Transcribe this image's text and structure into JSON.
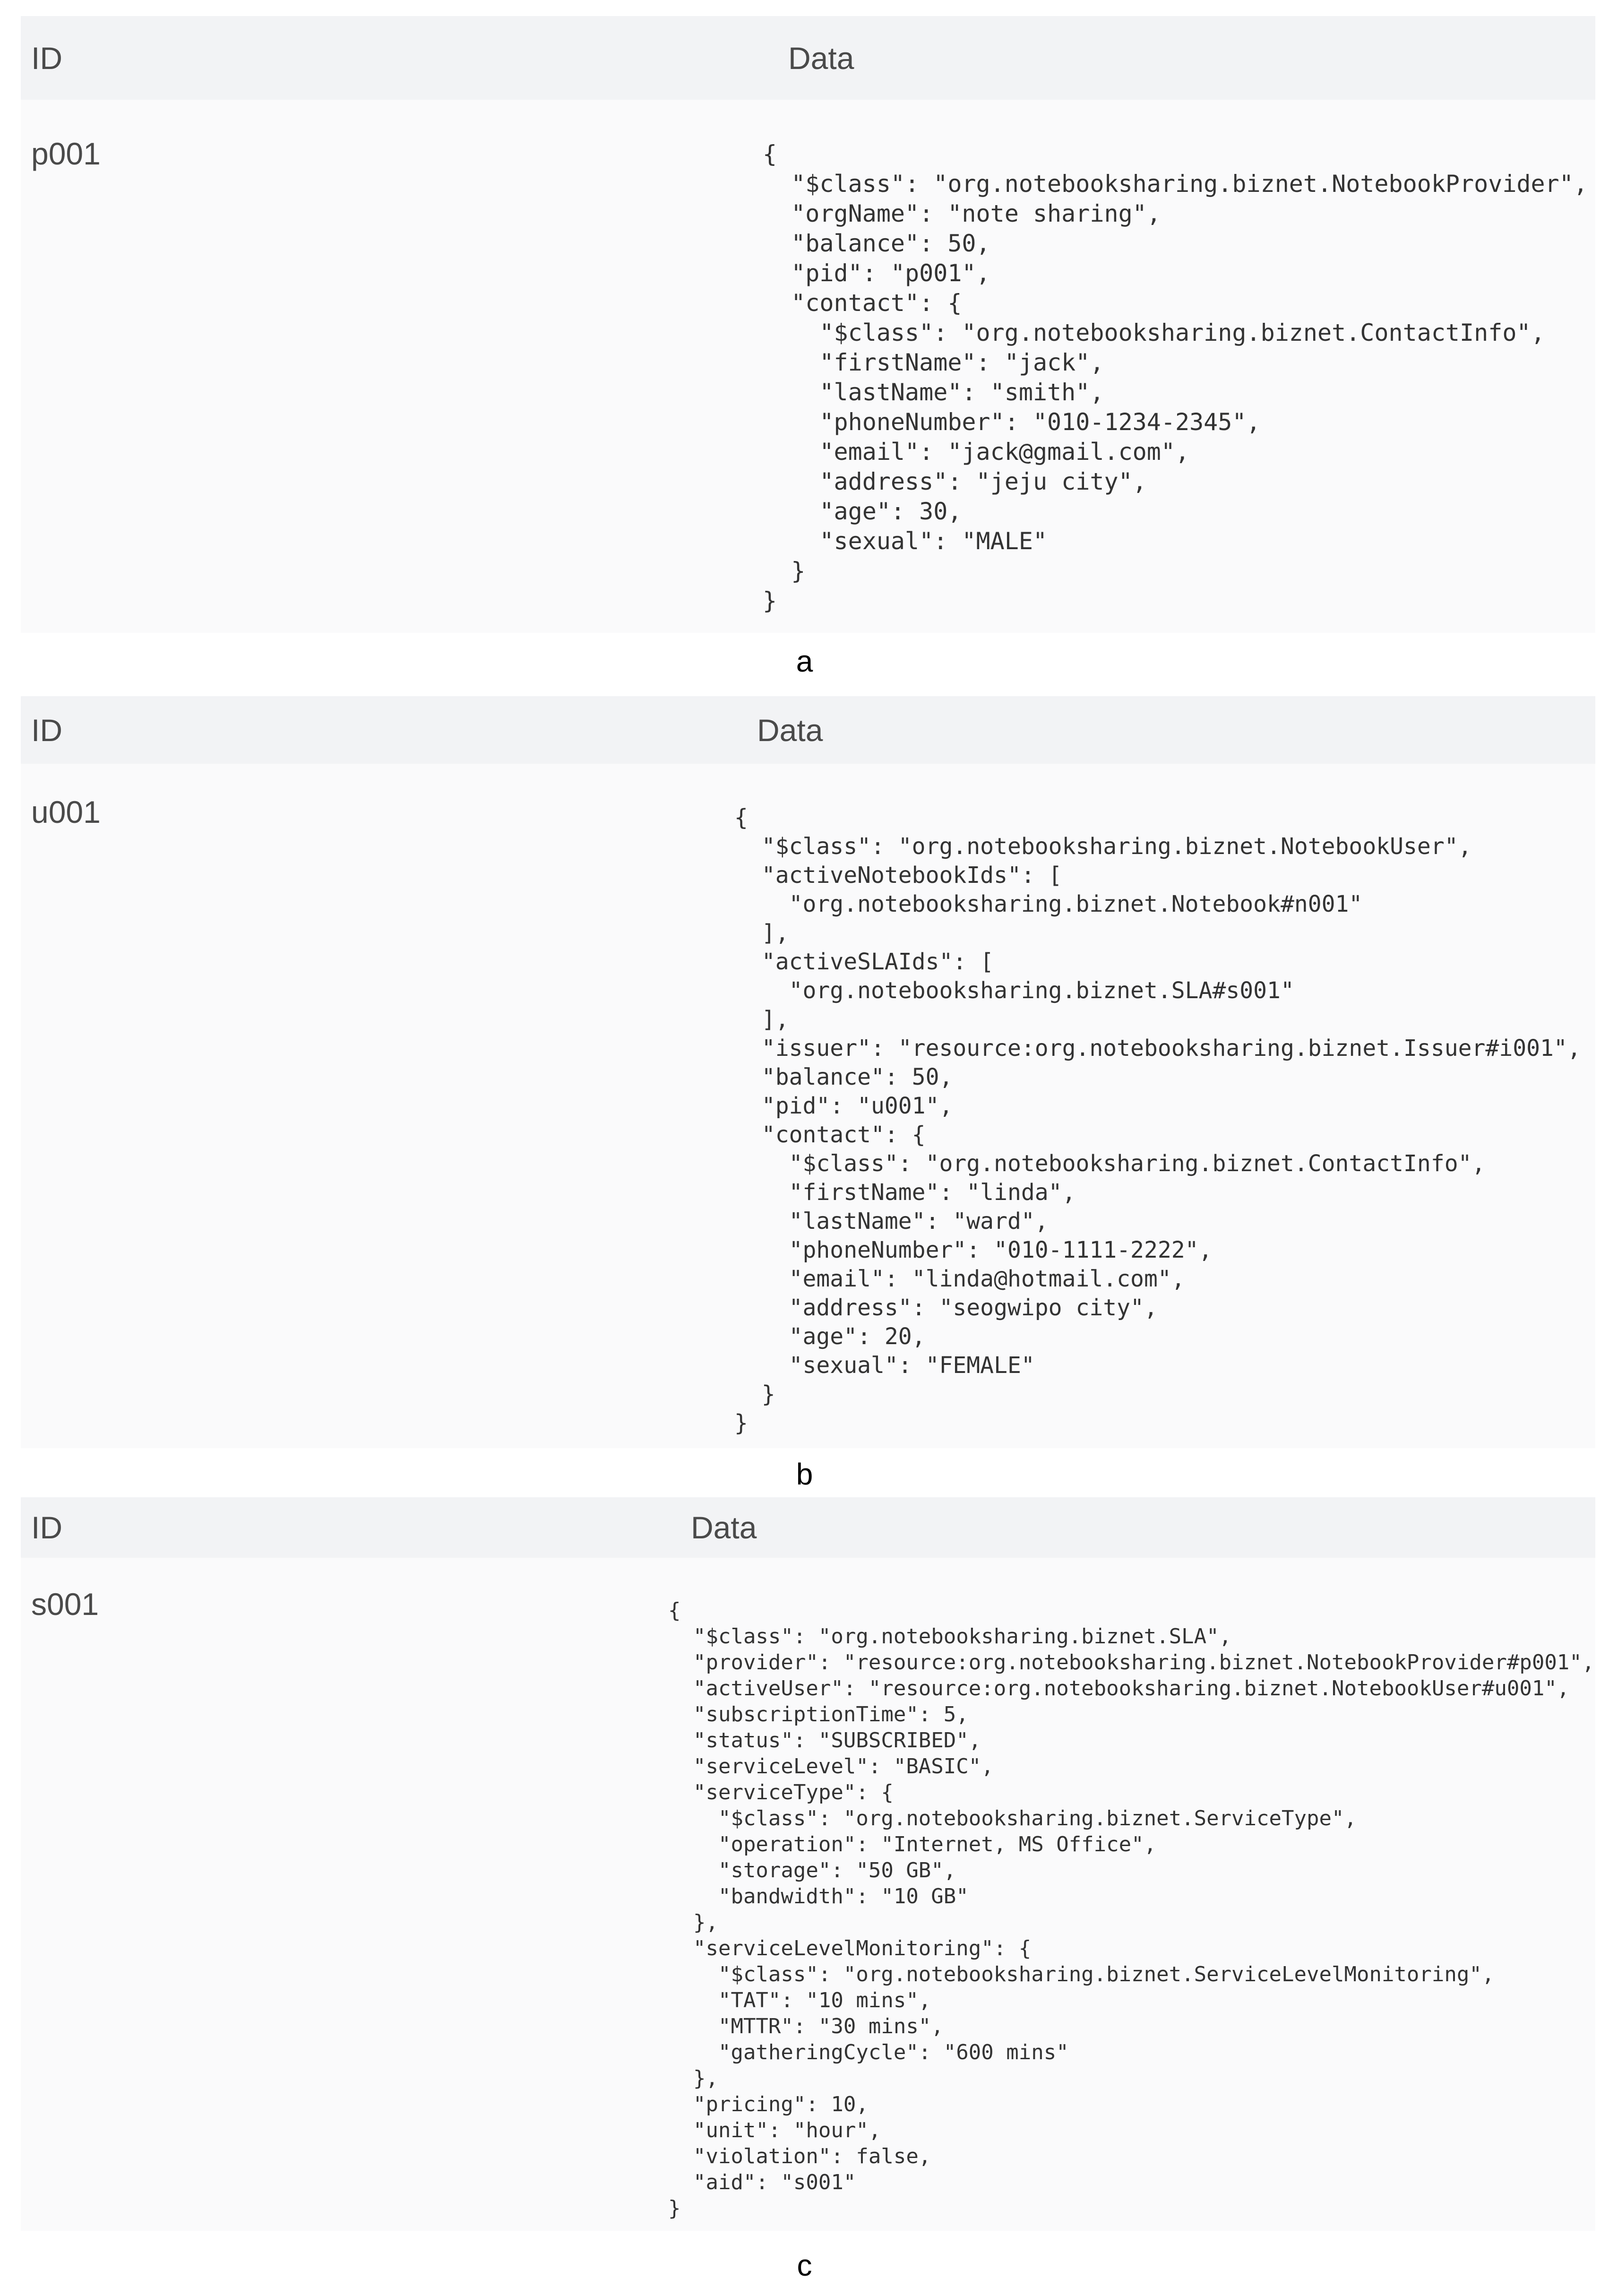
{
  "panels": [
    {
      "header": {
        "id_label": "ID",
        "data_label": "Data"
      },
      "row_id": "p001",
      "json_text": "{\n  \"$class\": \"org.notebooksharing.biznet.NotebookProvider\",\n  \"orgName\": \"note sharing\",\n  \"balance\": 50,\n  \"pid\": \"p001\",\n  \"contact\": {\n    \"$class\": \"org.notebooksharing.biznet.ContactInfo\",\n    \"firstName\": \"jack\",\n    \"lastName\": \"smith\",\n    \"phoneNumber\": \"010-1234-2345\",\n    \"email\": \"jack@gmail.com\",\n    \"address\": \"jeju city\",\n    \"age\": 30,\n    \"sexual\": \"MALE\"\n  }\n}",
      "caption": "a"
    },
    {
      "header": {
        "id_label": "ID",
        "data_label": "Data"
      },
      "row_id": "u001",
      "json_text": "{\n  \"$class\": \"org.notebooksharing.biznet.NotebookUser\",\n  \"activeNotebookIds\": [\n    \"org.notebooksharing.biznet.Notebook#n001\"\n  ],\n  \"activeSLAIds\": [\n    \"org.notebooksharing.biznet.SLA#s001\"\n  ],\n  \"issuer\": \"resource:org.notebooksharing.biznet.Issuer#i001\",\n  \"balance\": 50,\n  \"pid\": \"u001\",\n  \"contact\": {\n    \"$class\": \"org.notebooksharing.biznet.ContactInfo\",\n    \"firstName\": \"linda\",\n    \"lastName\": \"ward\",\n    \"phoneNumber\": \"010-1111-2222\",\n    \"email\": \"linda@hotmail.com\",\n    \"address\": \"seogwipo city\",\n    \"age\": 20,\n    \"sexual\": \"FEMALE\"\n  }\n}",
      "caption": "b"
    },
    {
      "header": {
        "id_label": "ID",
        "data_label": "Data"
      },
      "row_id": "s001",
      "json_text": "{\n  \"$class\": \"org.notebooksharing.biznet.SLA\",\n  \"provider\": \"resource:org.notebooksharing.biznet.NotebookProvider#p001\",\n  \"activeUser\": \"resource:org.notebooksharing.biznet.NotebookUser#u001\",\n  \"subscriptionTime\": 5,\n  \"status\": \"SUBSCRIBED\",\n  \"serviceLevel\": \"BASIC\",\n  \"serviceType\": {\n    \"$class\": \"org.notebooksharing.biznet.ServiceType\",\n    \"operation\": \"Internet, MS Office\",\n    \"storage\": \"50 GB\",\n    \"bandwidth\": \"10 GB\"\n  },\n  \"serviceLevelMonitoring\": {\n    \"$class\": \"org.notebooksharing.biznet.ServiceLevelMonitoring\",\n    \"TAT\": \"10 mins\",\n    \"MTTR\": \"30 mins\",\n    \"gatheringCycle\": \"600 mins\"\n  },\n  \"pricing\": 10,\n  \"unit\": \"hour\",\n  \"violation\": false,\n  \"aid\": \"s001\"\n}",
      "caption": "c"
    }
  ]
}
